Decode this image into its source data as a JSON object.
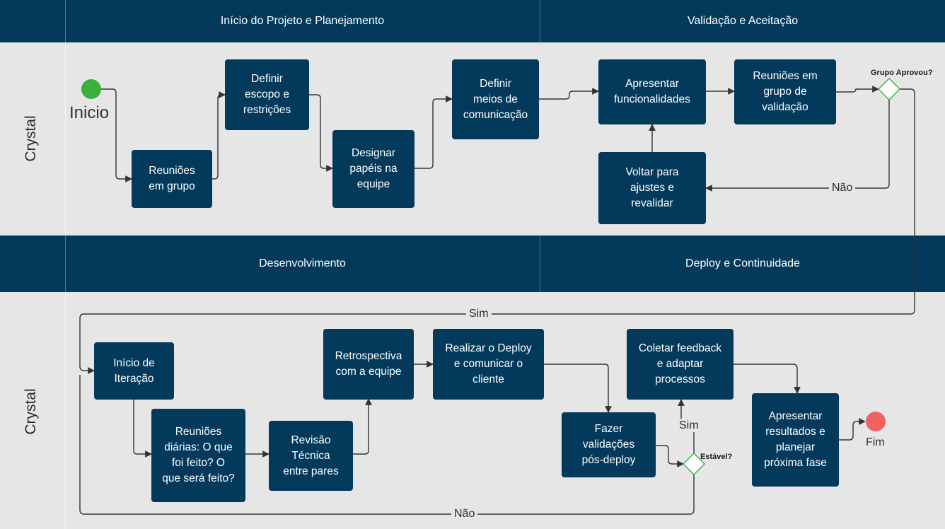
{
  "headers": {
    "top_left": "Início do Projeto e Planejamento",
    "top_right": "Validação e Aceitação",
    "bottom_left": "Desenvolvimento",
    "bottom_right": "Deploy e Continuidade"
  },
  "lanes": {
    "top": "Crystal",
    "bottom": "Crystal"
  },
  "events": {
    "start": "Inicio",
    "end": "Fim"
  },
  "tasks": {
    "reunioes_grupo": "Reuniões\nem grupo",
    "definir_escopo": "Definir\nescopo e\nrestrições",
    "designar_papeis": "Designar\npapéis na\nequipe",
    "definir_meios": "Definir\nmeios de\ncomunicação",
    "apresentar_func": "Apresentar\nfuncionalidades",
    "reunioes_validacao": "Reuniões em\ngrupo de\nvalidação",
    "voltar_ajustes": "Voltar para\najustes e\nrevalidar",
    "inicio_iteracao": "Início de\nIteração",
    "reunioes_diarias": "Reuniões\ndiárias: O que\nfoi feito? O\nque será feito?",
    "revisao_tecnica": "Revisão\nTécnica\nentre pares",
    "retrospectiva": "Retrospectiva\ncom a equipe",
    "realizar_deploy": "Realizar o Deploy\ne comunicar o\ncliente",
    "fazer_validacoes": "Fazer\nvalidações\npós-deploy",
    "coletar_feedback": "Coletar feedback\ne adaptar\nprocessos",
    "apresentar_resultados": "Apresentar\nresultados e\nplanejar\npróxima fase"
  },
  "gateways": {
    "grupo_aprovou": "Grupo Aprovou?",
    "estavel": "Estável?"
  },
  "flow_labels": {
    "nao_top": "Não",
    "sim_top": "Sim",
    "sim_bottom": "Sim",
    "nao_bottom": "Não"
  },
  "colors": {
    "header": "#033a5c",
    "task": "#033a5c",
    "lane": "#e6e6e6",
    "start": "#3ab03a",
    "end": "#f06262",
    "gateway": "#3ab03a"
  }
}
